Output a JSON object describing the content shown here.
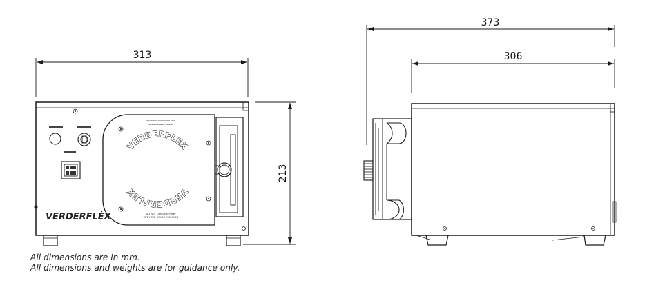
{
  "dimensions": {
    "front_width": "313",
    "front_height": "213",
    "side_overall_depth": "373",
    "side_body_depth": "306"
  },
  "front_panel": {
    "logo": "VERDERFLEX",
    "rotor_cover_ring": "VERDERFLEX VERDERFLEX",
    "rotor_cover_upper_text_line1": "ooooooo oooooooo ooo",
    "rotor_cover_upper_text_line2": "oooo oooooo ooooo",
    "rotor_cover_lower_text_line1": "DO NOT OPERATE PUMP",
    "rotor_cover_lower_text_line2": "WITH THE COVER REMOVED"
  },
  "notes": {
    "line1": "All dimensions are in mm.",
    "line2": "All dimensions and weights are for guidance only."
  },
  "colors": {
    "line": "#1a1a1a",
    "background": "#ffffff"
  }
}
